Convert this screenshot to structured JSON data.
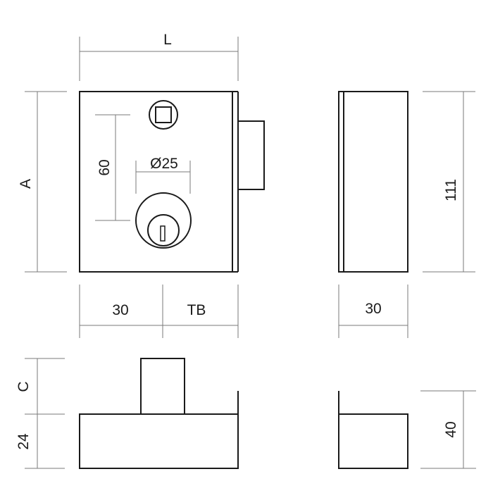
{
  "labels": {
    "L": "L",
    "A": "A",
    "diameter": "Ø25",
    "sixty": "60",
    "thirty_front": "30",
    "TB": "TB",
    "thirty_side": "30",
    "height_111": "111",
    "C": "C",
    "twenty_four": "24",
    "forty": "40"
  }
}
